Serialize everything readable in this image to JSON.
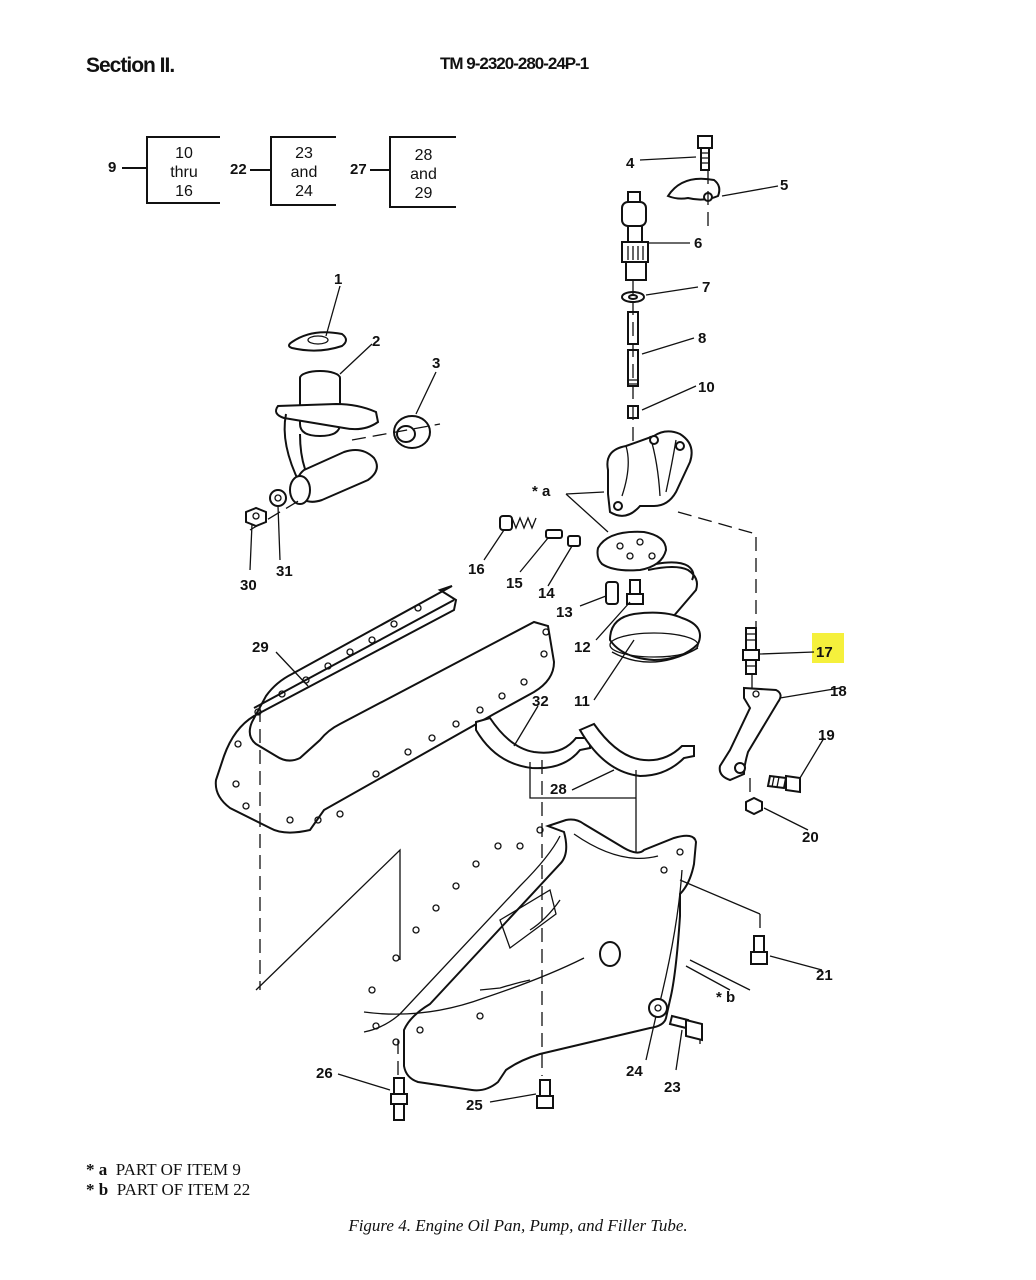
{
  "header": {
    "section": "Section II.",
    "tm_number": "TM 9-2320-280-24P-1"
  },
  "groups": [
    {
      "lead": "9",
      "lines": [
        "10",
        "thru",
        "16"
      ]
    },
    {
      "lead": "22",
      "lines": [
        "23",
        "and",
        "24"
      ]
    },
    {
      "lead": "27",
      "lines": [
        "28",
        "and",
        "29"
      ]
    }
  ],
  "callouts": {
    "c1": "1",
    "c2": "2",
    "c3": "3",
    "c4": "4",
    "c5": "5",
    "c6": "6",
    "c7": "7",
    "c8": "8",
    "c10": "10",
    "c11": "11",
    "c12": "12",
    "c13": "13",
    "c14": "14",
    "c15": "15",
    "c16": "16",
    "c17": "17",
    "c18": "18",
    "c19": "19",
    "c20": "20",
    "c21": "21",
    "c23": "23",
    "c24": "24",
    "c25": "25",
    "c26": "26",
    "c28": "28",
    "c29": "29",
    "c30": "30",
    "c31": "31",
    "c32": "32",
    "ca": "* a",
    "cb": "* b"
  },
  "highlight_color": "#f5f03c",
  "footnotes": [
    {
      "mark": "* a",
      "text": "PART OF ITEM 9"
    },
    {
      "mark": "* b",
      "text": "PART OF ITEM 22"
    }
  ],
  "caption": "Figure 4.  Engine Oil Pan, Pump, and Filler Tube."
}
